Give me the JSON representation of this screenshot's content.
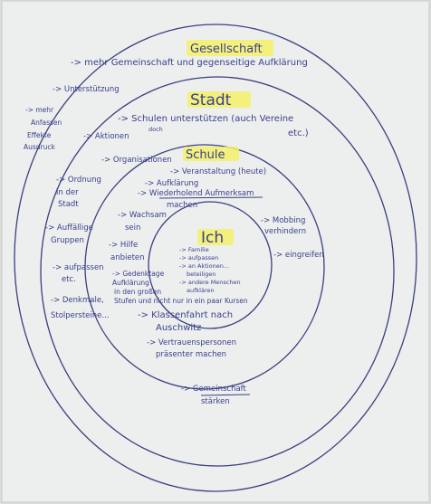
{
  "diagram": {
    "levels": [
      {
        "title": "Gesellschaft"
      },
      {
        "title": "Stadt"
      },
      {
        "title": "Schule"
      },
      {
        "title": "Ich"
      }
    ],
    "gesellschaft_items": {
      "top": "-> mehr Gemeinschaft und gegenseitige Aufklärung",
      "unterstuetzung": "-> Unterstützung",
      "mehr_1": "-> mehr",
      "mehr_2": "Anfassen",
      "mehr_3": "Effekte",
      "mehr_4": "Ausdruck",
      "bottom_1": "-> Gemeinschaft",
      "bottom_2": "stärken"
    },
    "stadt_items": {
      "schulen": "-> Schulen unterstützen (auch Vereine",
      "schulen_2": "etc.)",
      "aktionen": "-> Aktionen",
      "aktionen_note": "doch",
      "organisationen": "-> Organisationen",
      "ordnung_1": "-> Ordnung",
      "ordnung_2": "in der",
      "ordnung_3": "Stadt",
      "auffaellige_1": "-> Auffällige",
      "auffaellige_2": "Gruppen",
      "aufpassen_1": "-> aufpassen",
      "aufpassen_2": "etc.",
      "denkmale_1": "-> Denkmale,",
      "denkmale_2": "Stolpersteine..."
    },
    "schule_items": {
      "veranstaltung": "-> Veranstaltung (heute)",
      "aufklaerung": "-> Aufklärung",
      "wiederholend_1": "-> Wiederholend Aufmerksam",
      "wiederholend_2": "machen",
      "mobbing_1": "-> Mobbing",
      "mobbing_2": "verhindern",
      "eingreifen": "-> eingreifen",
      "wachsam_1": "-> Wachsam",
      "wachsam_2": "sein",
      "hilfe_1": "-> Hilfe",
      "hilfe_2": "anbieten",
      "gedenktage_1": "-> Gedenktage",
      "gedenktage_2": "Aufklärung",
      "gedenktage_3": "in den großen",
      "gedenktage_4": "Stufen und nicht nur in ein paar Kursen",
      "klassenfahrt_1": "-> Klassenfahrt nach",
      "klassenfahrt_2": "Auschwitz",
      "vertrauen_1": "-> Vertrauenspersonen",
      "vertrauen_2": "präsenter machen"
    },
    "ich_items": [
      "-> Familie",
      "-> aufpassen",
      "-> an Aktionen...",
      "beteiligen",
      "-> andere Menschen",
      "aufklären"
    ]
  }
}
